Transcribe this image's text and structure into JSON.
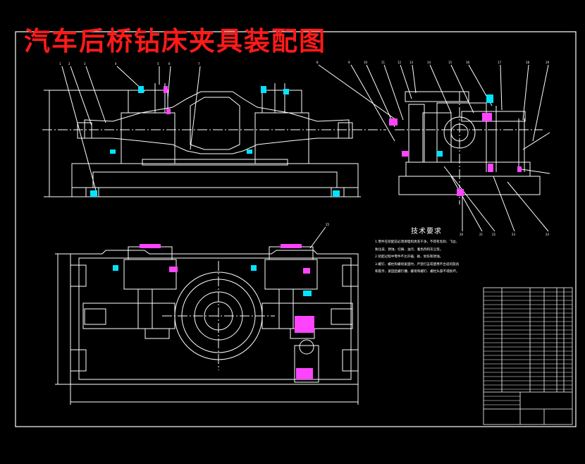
{
  "drawing": {
    "title": "汽车后桥钻床夹具装配图",
    "tech_requirements_title": "技术要求",
    "tech_requirements": [
      "1.零件在装配前必须清理和清洗干净，不得有毛刺、飞边、",
      "氧化皮、锈蚀、切屑、油污、着色剂和灰尘等。",
      "2.装配过程中零件不允许磕、碰、划伤和锈蚀。",
      "3.螺钉、螺栓和螺母紧固时，严禁打击或使用不合适的旋具",
      "和扳手，紧固后螺钉槽、螺母和螺钉、螺栓头部不得损坏。"
    ]
  },
  "colors": {
    "background": "#000000",
    "linework": "#ffffff",
    "title": "#ff1a1a",
    "cyan_highlight": "#00e5ff",
    "magenta_highlight": "#ff44ff"
  },
  "icons": {
    "frame": "drawing-frame",
    "title_block": "title-block-grid"
  }
}
